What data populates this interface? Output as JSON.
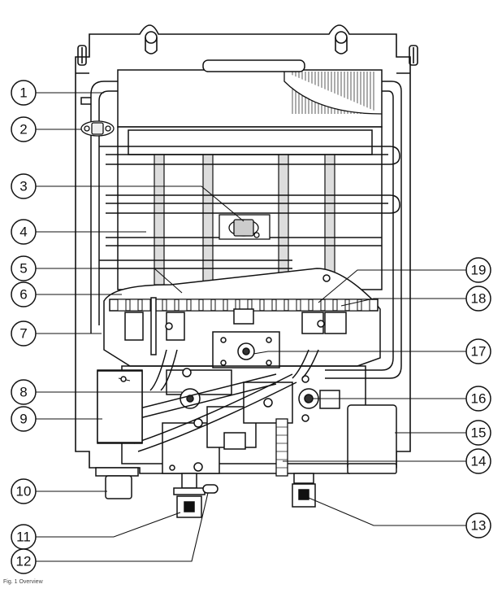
{
  "figure": {
    "caption": "Fig. 1 Overview"
  },
  "callouts": [
    {
      "id": "1",
      "label": "1"
    },
    {
      "id": "2",
      "label": "2"
    },
    {
      "id": "3",
      "label": "3"
    },
    {
      "id": "4",
      "label": "4"
    },
    {
      "id": "5",
      "label": "5"
    },
    {
      "id": "6",
      "label": "6"
    },
    {
      "id": "7",
      "label": "7"
    },
    {
      "id": "8",
      "label": "8"
    },
    {
      "id": "9",
      "label": "9"
    },
    {
      "id": "10",
      "label": "10"
    },
    {
      "id": "11",
      "label": "11"
    },
    {
      "id": "12",
      "label": "12"
    },
    {
      "id": "13",
      "label": "13"
    },
    {
      "id": "14",
      "label": "14"
    },
    {
      "id": "15",
      "label": "15"
    },
    {
      "id": "16",
      "label": "16"
    },
    {
      "id": "17",
      "label": "17"
    },
    {
      "id": "18",
      "label": "18"
    },
    {
      "id": "19",
      "label": "19"
    }
  ]
}
